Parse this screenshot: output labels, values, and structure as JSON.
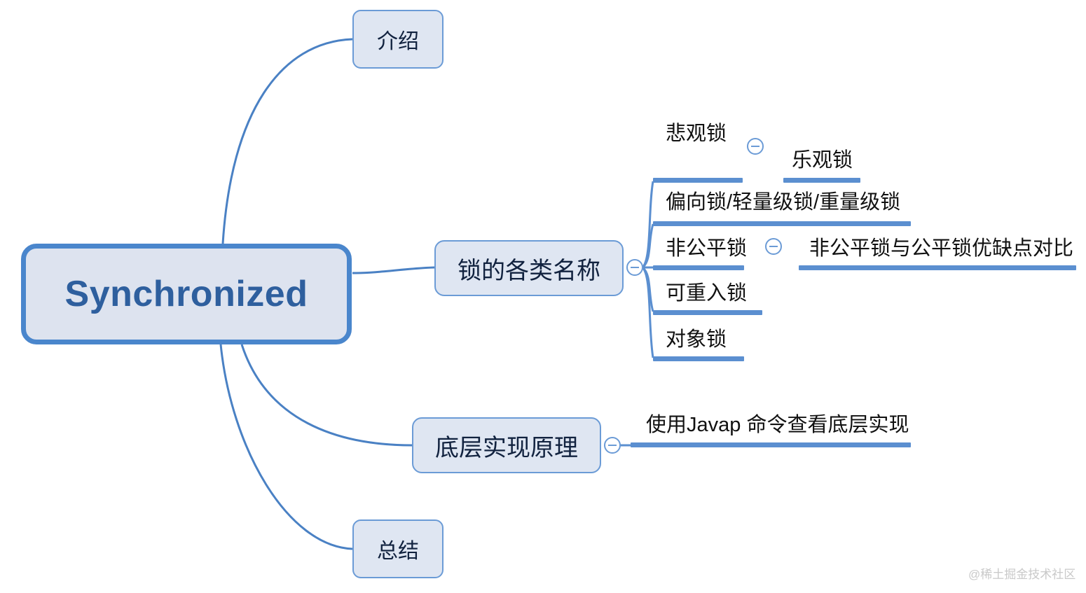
{
  "map": {
    "root": {
      "label": "Synchronized"
    },
    "branches": [
      {
        "label": "介绍",
        "name": "node-introduction"
      },
      {
        "label": "锁的各类名称",
        "name": "node-lock-names"
      },
      {
        "label": "底层实现原理",
        "name": "node-underlying-principle"
      },
      {
        "label": "总结",
        "name": "node-summary"
      }
    ],
    "lock_name_children": [
      {
        "label": "悲观锁",
        "name": "leaf-pessimistic-lock"
      },
      {
        "label": "乐观锁",
        "name": "leaf-optimistic-lock"
      },
      {
        "label": "偏向锁/轻量级锁/重量级锁",
        "name": "leaf-biased-lightweight-heavyweight-lock"
      },
      {
        "label": "非公平锁",
        "name": "leaf-unfair-lock"
      },
      {
        "label": "非公平锁与公平锁优缺点对比",
        "name": "leaf-unfair-vs-fair-comparison"
      },
      {
        "label": "可重入锁",
        "name": "leaf-reentrant-lock"
      },
      {
        "label": "对象锁",
        "name": "leaf-object-lock"
      }
    ],
    "principle_children": [
      {
        "label": "使用Javap 命令查看底层实现",
        "name": "leaf-javap-command"
      }
    ],
    "colors": {
      "root_fill": "#dde3ef",
      "root_border": "#4a86cc",
      "node_fill": "#dfe6f2",
      "node_border": "#6b9bd6",
      "bar": "#5b8fd0",
      "link": "#4a81c4",
      "root_text": "#2e5f9e",
      "node_text": "#11223f",
      "leaf_text": "#111111",
      "watermark": "#c9c9c9"
    }
  },
  "watermark": {
    "text": "@稀土掘金技术社区"
  }
}
